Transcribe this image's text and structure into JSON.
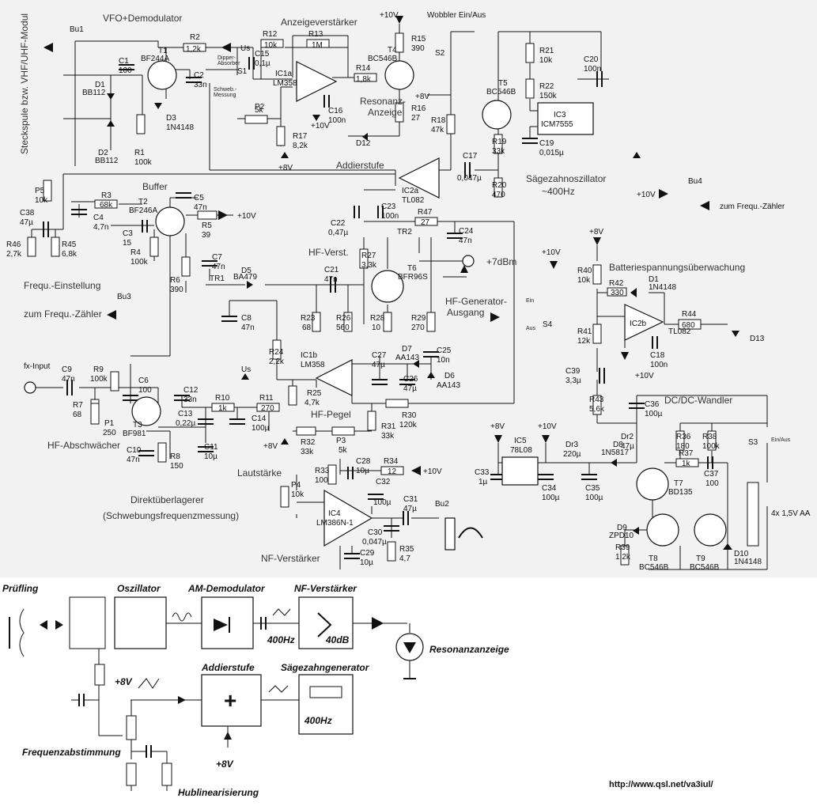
{
  "title_side": "Steckspule bzw. VHF/UHF-Modul",
  "sections": {
    "vfo": "VFO+Demodulator",
    "anzeige": "Anzeigeverstärker",
    "wobbler": "Wobbler Ein/Aus",
    "buffer": "Buffer",
    "resonanz": "Resonanz-\nAnzeige",
    "addier": "Addierstufe",
    "saege": "Sägezahnoszillator",
    "saege_freq": "~400Hz",
    "frequ_einst": "Frequ.-Einstellung",
    "zum_zaehler": "zum Frequ.-Zähler",
    "zum_zaehler2": "zum Frequ.-Zähler",
    "hf_verst": "HF-Verst.",
    "hf_gen": "HF-Generator-\nAusgang",
    "dbm": "+7dBm",
    "batt": "Batteriespannungsüberwachung",
    "dcdc": "DC/DC-Wandler",
    "fx_input": "fx-Input",
    "hf_abschw": "HF-Abschwächer",
    "hf_pegel": "HF-Pegel",
    "lautst": "Lautstärke",
    "direkt": "Direktüberlagerer",
    "schweb": "(Schwebungsfrequenzmessung)",
    "nf_verst": "NF-Verstärker",
    "akku": "4x 1,5V AA"
  },
  "labels": {
    "plus10v": "+10V",
    "plus8v": "+8V",
    "us": "Us",
    "bu1": "Bu1",
    "bu2": "Bu2",
    "bu3": "Bu3",
    "bu4": "Bu4",
    "s1": "S1",
    "s2": "S2",
    "s3": "S3",
    "s4": "S4",
    "ein": "Ein",
    "aus": "Aus",
    "einaus": "Ein/Aus",
    "dipper": "Dipper-\nAbsorber",
    "schweb_mess": "Schweb.-\nMessung"
  },
  "components": {
    "R2": "1,2k",
    "R12": "10k",
    "R13": "1M",
    "R14": "1,8k",
    "R15": "390",
    "R16": "27",
    "R17": "8,2k",
    "R18": "47k",
    "R19": "33k",
    "R20": "470",
    "R21": "10k",
    "R22": "150k",
    "R1": "100k",
    "R3": "68k",
    "R4": "100k",
    "R5": "39",
    "R6": "390",
    "R45": "6,8k",
    "R46": "2,7k",
    "R47": "27",
    "R27": "3,3k",
    "R26": "560",
    "R23": "68",
    "R28": "10",
    "R29": "270",
    "R24": "2,2k",
    "R25": "4,7k",
    "R30": "120k",
    "R31": "33k",
    "R32": "33k",
    "R7": "68",
    "R8": "150",
    "R9": "100k",
    "R10": "1k",
    "R11": "270",
    "R33": "100",
    "R34": "12",
    "R35": "4,7",
    "R40": "10k",
    "R41": "12k",
    "R42": "330",
    "R43": "5,6k",
    "R44": "680",
    "R36": "180",
    "R37": "1k",
    "R38": "100k",
    "R39": "1,2k",
    "C1": "100",
    "C2": "33n",
    "C15": "0,1µ",
    "C16": "100n",
    "C17": "0,047µ",
    "C19": "0,015µ",
    "C20": "100n",
    "C4": "4,7n",
    "C3": "15",
    "C5": "47n",
    "C7": "47n",
    "C8": "47n",
    "C38": "47µ",
    "C22": "0,47µ",
    "C23": "100n",
    "C24": "47n",
    "C21": "47n",
    "C27": "47µ",
    "C26": "47µ",
    "C25": "10n",
    "C9": "47n",
    "C6": "100",
    "C12": "33n",
    "C13": "0,22µ",
    "C10": "47n",
    "C11": "10µ",
    "C14": "100µ",
    "C28": "10µ",
    "C32": "100µ",
    "C31": "47µ",
    "C30": "0,047µ",
    "C29": "10µ",
    "C18": "100n",
    "C39": "3,3µ",
    "C36": "100µ",
    "C33": "1µ",
    "C34": "100µ",
    "C35": "100µ",
    "C37": "100",
    "P1": "250",
    "P2": "5k",
    "P3": "5k",
    "P4": "10k",
    "P5": "10k",
    "D1": "BB112",
    "D2": "BB112",
    "D3": "1N4148",
    "D5": "BA479",
    "D6": "AA143",
    "D7": "AA143",
    "D8": "1N5817",
    "D9": "ZPD10",
    "D10": "1N4148",
    "D11": "1N4148",
    "D12": "D12",
    "D13": "D13",
    "T1": "BF244A",
    "T2": "BF246A",
    "T3": "BF981",
    "T4": "BC546B",
    "T5": "BC546B",
    "T6": "BFR96S",
    "T7": "BD135",
    "T8": "BC546B",
    "T9": "BC546B",
    "IC1a": "LM358",
    "IC1b": "LM358",
    "IC2a": "TL082",
    "IC2b": "TL082",
    "IC3": "ICM7555",
    "IC4": "LM386N-1",
    "IC5": "78L08",
    "TR1": "TR1",
    "TR2": "TR2",
    "Dr2": "47µ",
    "Dr3": "220µ"
  },
  "block": {
    "pruefling": "Prüfling",
    "oszillator": "Oszillator",
    "am_demod": "AM-Demodulator",
    "nf_verst": "NF-Verstärker",
    "hz400": "400Hz",
    "db40": "40dB",
    "resonanzanzeige": "Resonanzanzeige",
    "addierstufe": "Addierstufe",
    "saegezahngen": "Sägezahngenerator",
    "hz400b": "400Hz",
    "plus8v": "+8V",
    "plus8v2": "+8V",
    "frequenzabst": "Frequenzabstimmung",
    "hublin": "Hublinearisierung"
  },
  "url": "http://www.qsl.net/va3iul/"
}
